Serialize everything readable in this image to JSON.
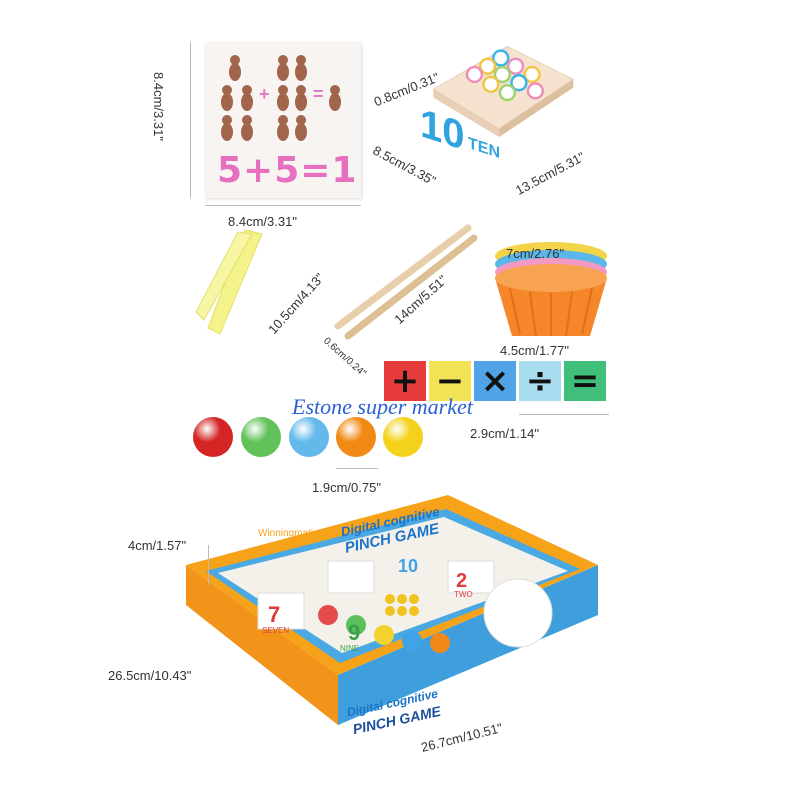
{
  "card": {
    "width_label": "8.4cm/3.31\"",
    "height_label": "8.4cm/3.31\"",
    "plus_sign": "+",
    "equals_sign": "=",
    "equation": "5+5=1"
  },
  "board": {
    "thickness_label": "0.8cm/0.31\"",
    "depth_label": "8.5cm/3.35\"",
    "length_label": "13.5cm/5.31\"",
    "number": "10",
    "word": "TEN"
  },
  "tongs": {
    "length_label": "10.5cm/4.13\""
  },
  "sticks": {
    "length_label": "14cm/5.51\"",
    "diameter_label": "0.6cm/0.24\""
  },
  "cups": {
    "diameter_label": "7cm/2.76\"",
    "height_label": "4.5cm/1.77\""
  },
  "operators": {
    "symbols": [
      "+",
      "−",
      "×",
      "÷",
      "="
    ],
    "colors": [
      "#e63b3b",
      "#f2e356",
      "#4fa3e6",
      "#a8dcef",
      "#3fbf7a"
    ],
    "size_label": "2.9cm/1.14\""
  },
  "balls": {
    "colors": [
      "#d42424",
      "#62c25a",
      "#62b9ea",
      "#f08a14",
      "#f4d21c"
    ],
    "size_label": "1.9cm/0.75\""
  },
  "watermark": "Estone super market",
  "box": {
    "height_label": "4cm/1.57\"",
    "depth_label": "26.5cm/10.43\"",
    "width_label": "26.7cm/10.51\"",
    "title_line1": "Digital cognitive",
    "title_line2": "PINCH GAME",
    "brand": "Winningmatic",
    "cards": [
      "7",
      "SEVEN",
      "9",
      "NINE",
      "2",
      "TWO",
      "10"
    ],
    "colors": {
      "box_blue": "#3f9fdc",
      "box_orange": "#f6a319"
    }
  }
}
